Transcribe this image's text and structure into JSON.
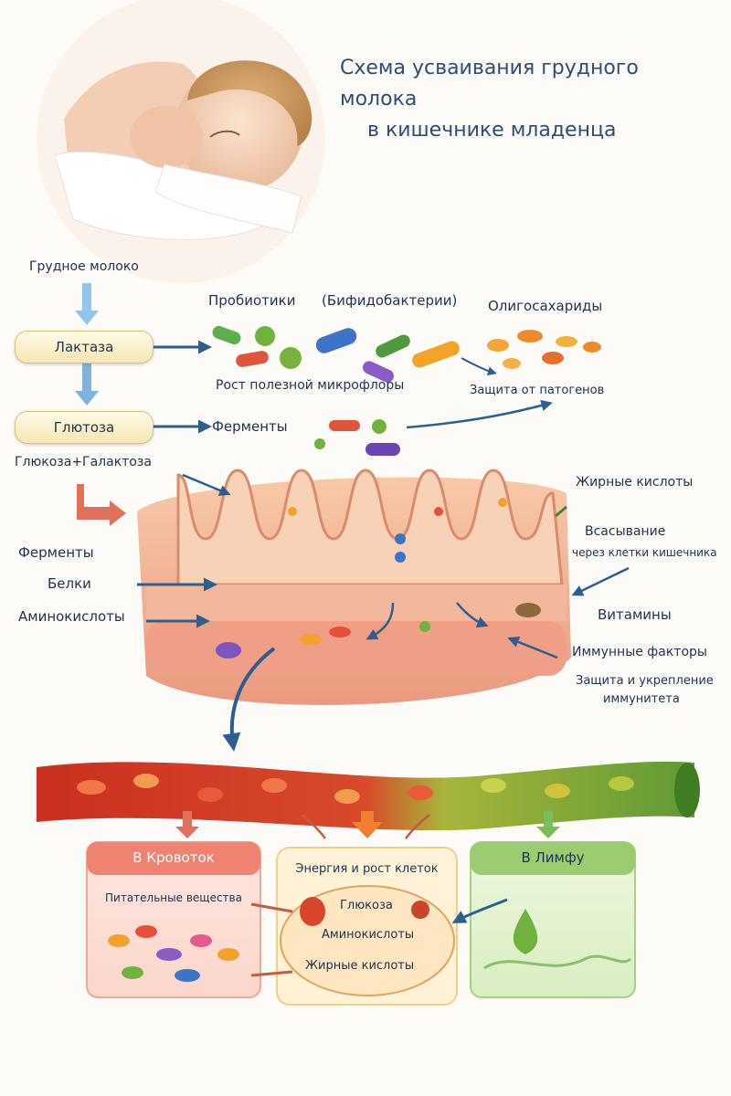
{
  "title": {
    "line1": "Схема усваивания грудного молока",
    "line2": "в кишечнике младенца"
  },
  "flow": {
    "breast_milk": "Грудное молоко",
    "lactase": "Лактаза",
    "glucose_pill": "Глютоза",
    "glucose_galactose": "Глюкоза+Галактоза"
  },
  "top_labels": {
    "probiotics": "Пробиотики",
    "bifido": "(Бифидобактерии)",
    "oligo": "Олигосахариды",
    "growth": "Рост полезной микрофлоры",
    "protection": "Защита от патогенов",
    "enzymes_top": "Ферменты"
  },
  "left_labels": {
    "enzymes": "Ферменты",
    "proteins": "Белки",
    "amino": "Аминокислоты"
  },
  "right_labels": {
    "fatty": "Жирные кислоты",
    "absorb1": "Всасывание",
    "absorb2": "через клетки кишечника",
    "vitamins": "Витамины",
    "immune": "Иммунные факторы",
    "immune_desc1": "Защита и укрепление",
    "immune_desc2": "иммунитета"
  },
  "bottom": {
    "blood": {
      "title": "В Кровоток",
      "text": "Питательные вещества"
    },
    "energy": {
      "title": "Энергия и рост клеток",
      "items": [
        "Глюкоза",
        "Аминокислоты",
        "Жирные кислоты"
      ]
    },
    "lymph": {
      "title": "В Лимфу"
    }
  },
  "colors": {
    "title": "#2f4e72",
    "arrow_blue": "#2c5e8f",
    "arrow_red": "#e0705a",
    "arrow_orange": "#f08030",
    "arrow_green": "#6aa84f",
    "blood_box": "#f28a78",
    "lymph_box": "#9ccc6f",
    "energy_box": "#ffe7b0"
  }
}
